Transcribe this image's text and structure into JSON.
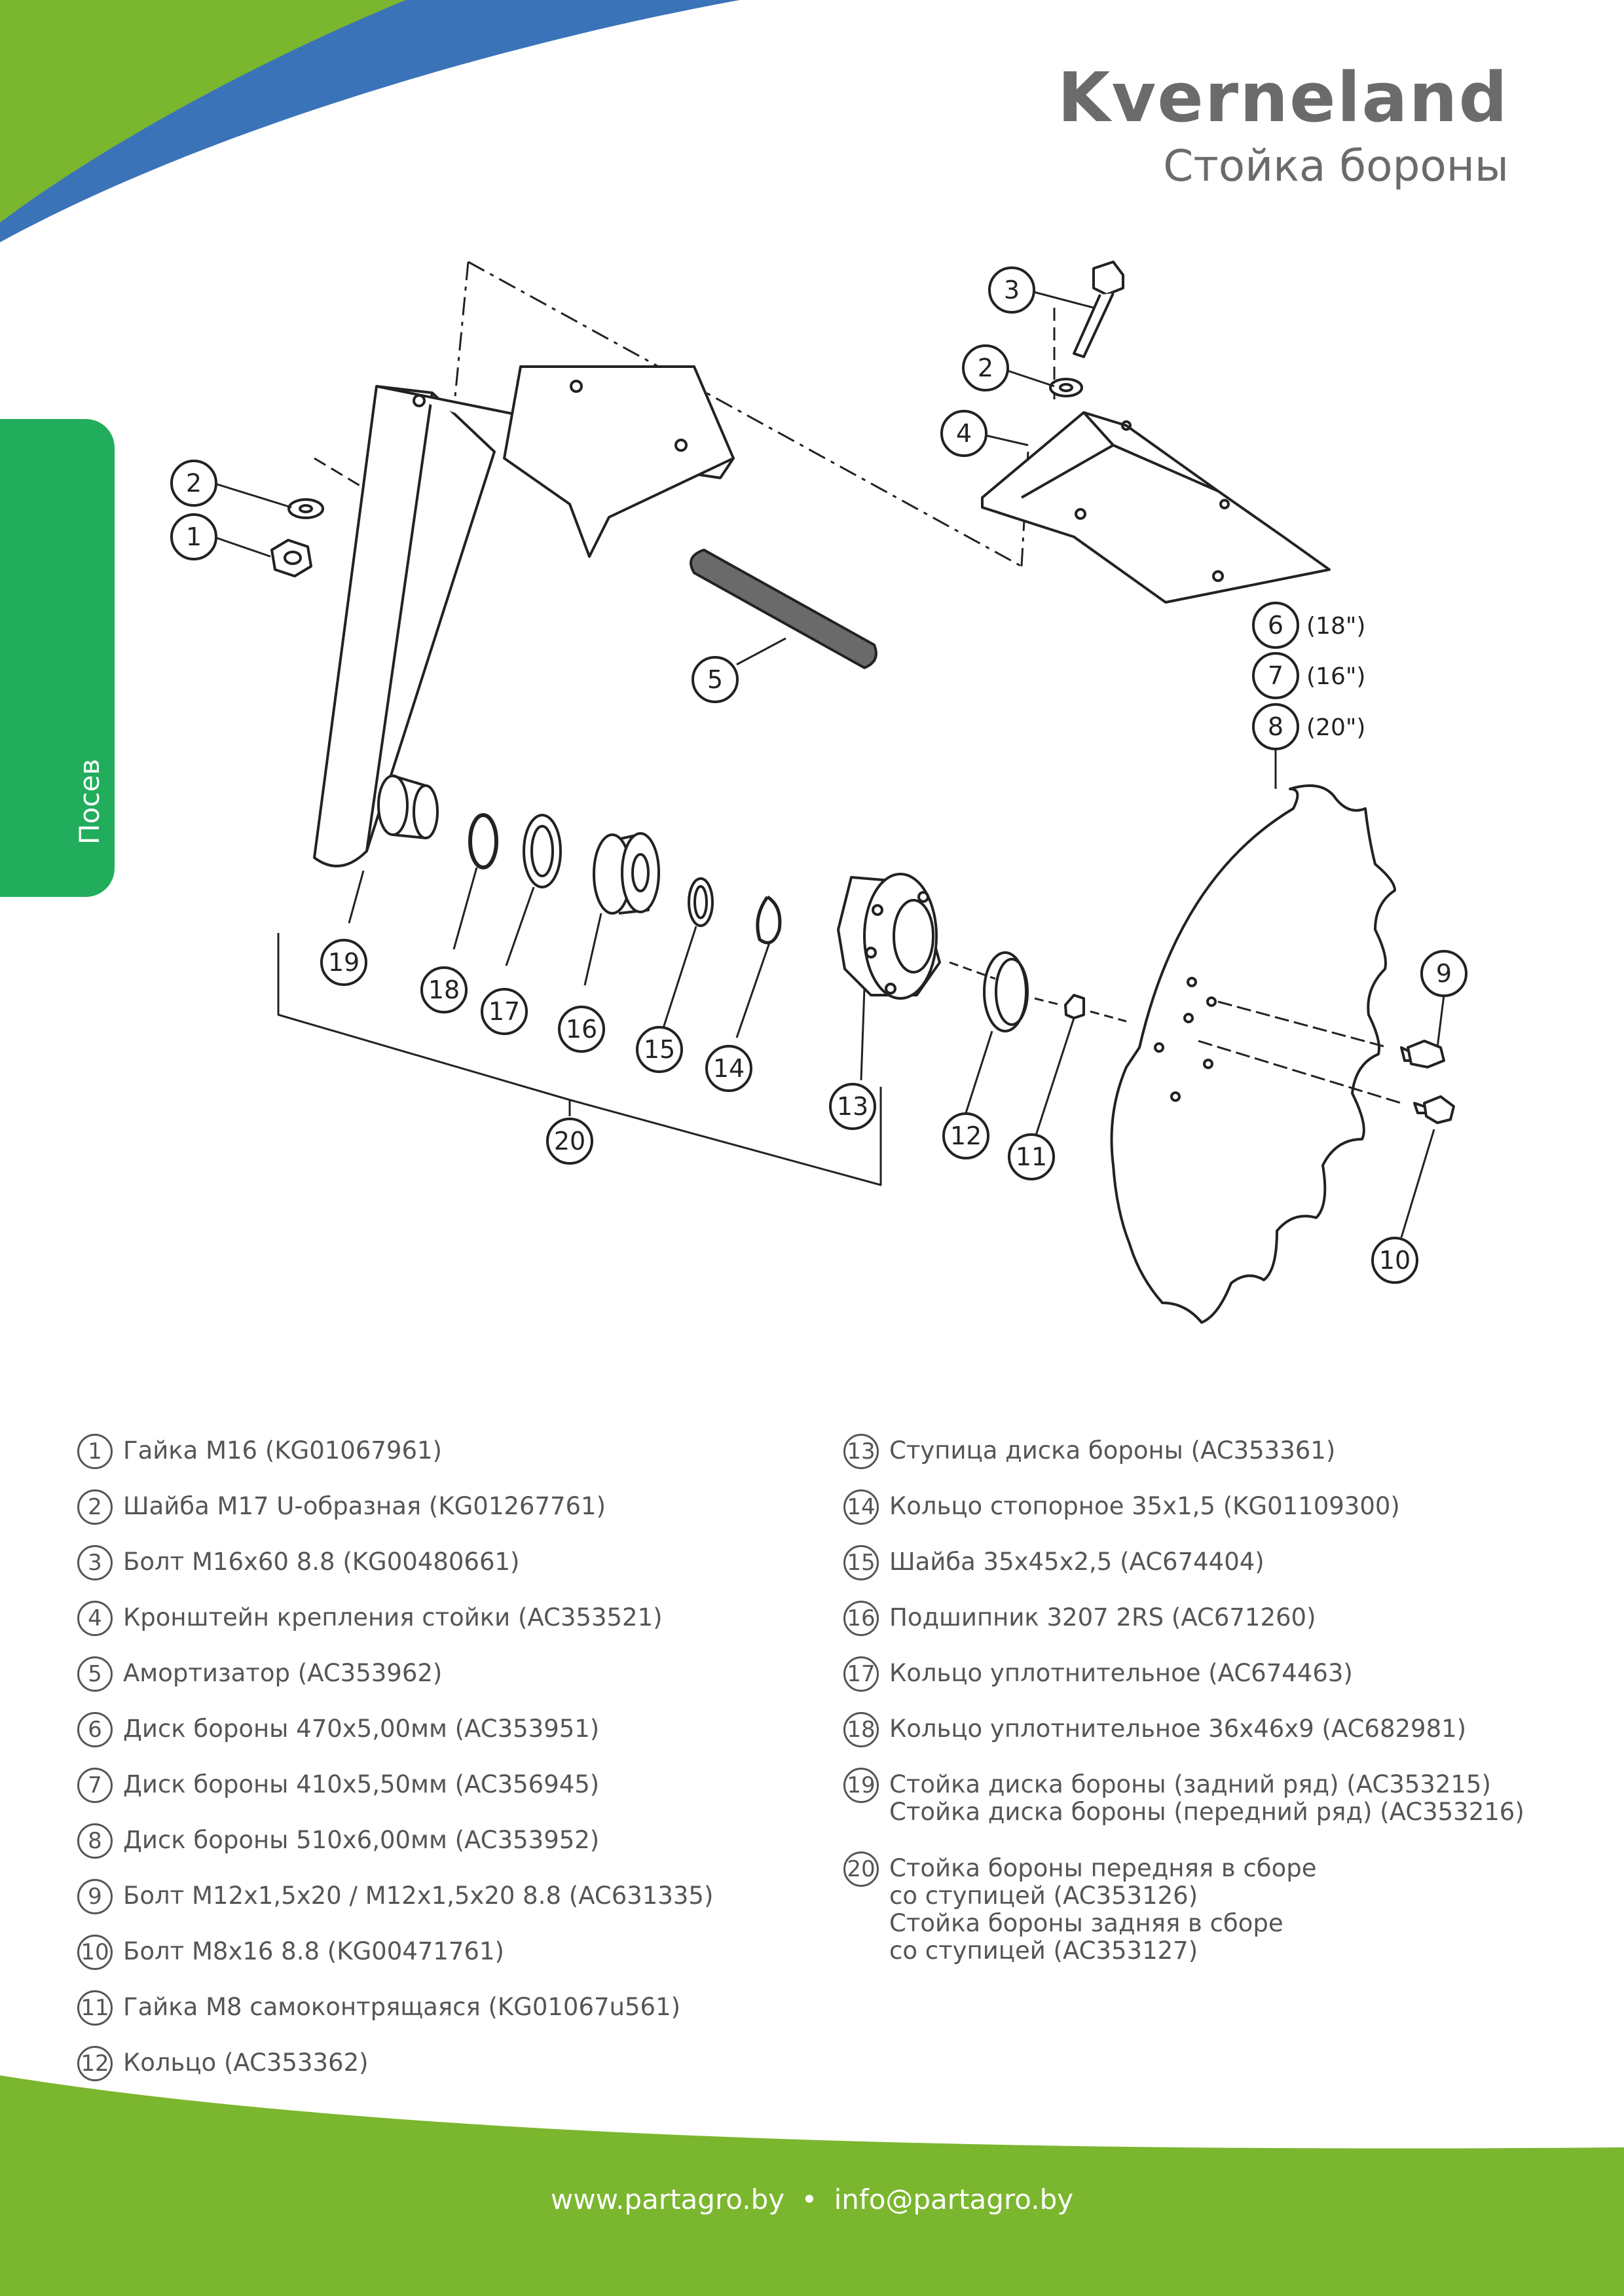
{
  "header": {
    "brand": "Kverneland",
    "subtitle": "Стойка бороны"
  },
  "side_tab": {
    "label": "Посев"
  },
  "diagram": {
    "callouts": [
      "1",
      "2",
      "3",
      "2",
      "4",
      "5",
      "6",
      "7",
      "8",
      "9",
      "10",
      "11",
      "12",
      "13",
      "14",
      "15",
      "16",
      "17",
      "18",
      "19",
      "20"
    ],
    "disc_sizes": [
      {
        "num": "6",
        "size": "(18\")"
      },
      {
        "num": "7",
        "size": "(16\")"
      },
      {
        "num": "8",
        "size": "(20\")"
      }
    ]
  },
  "legend": {
    "left": [
      {
        "num": "1",
        "text": "Гайка М16 (KG01067961)"
      },
      {
        "num": "2",
        "text": "Шайба М17 U-образная (KG01267761)"
      },
      {
        "num": "3",
        "text": "Болт М16х60 8.8 (KG00480661)"
      },
      {
        "num": "4",
        "text": "Кронштейн крепления стойки (AC353521)"
      },
      {
        "num": "5",
        "text": "Амортизатор (AC353962)"
      },
      {
        "num": "6",
        "text": "Диск бороны 470х5,00мм (AC353951)"
      },
      {
        "num": "7",
        "text": "Диск бороны 410х5,50мм (AC356945)"
      },
      {
        "num": "8",
        "text": "Диск бороны 510х6,00мм (AC353952)"
      },
      {
        "num": "9",
        "text": "Болт М12х1,5х20 / М12х1,5х20 8.8 (AC631335)"
      },
      {
        "num": "10",
        "text": "Болт М8х16 8.8 (KG00471761)"
      },
      {
        "num": "11",
        "text": "Гайка М8 самоконтрящаяся (KG01067u561)"
      },
      {
        "num": "12",
        "text": "Кольцо (AC353362)"
      }
    ],
    "right": [
      {
        "num": "13",
        "text": "Ступица диска бороны (AC353361)"
      },
      {
        "num": "14",
        "text": "Кольцо стопорное 35х1,5 (KG01109300)"
      },
      {
        "num": "15",
        "text": "Шайба 35х45х2,5 (AC674404)"
      },
      {
        "num": "16",
        "text": "Подшипник 3207 2RS (AC671260)"
      },
      {
        "num": "17",
        "text": "Кольцо уплотнительное (AC674463)"
      },
      {
        "num": "18",
        "text": "Кольцо уплотнительное 36х46х9 (AC682981)"
      },
      {
        "num": "19",
        "text": "Стойка диска бороны (задний ряд) (AC353215)\nСтойка диска бороны (передний ряд) (AC353216)"
      },
      {
        "num": "20",
        "text": "Стойка бороны передняя в сборе\nсо ступицей (AC353126)\nСтойка бороны задняя в сборе\nсо ступицей (AC353127)"
      }
    ]
  },
  "footer": {
    "website": "www.partagro.by",
    "separator": "•",
    "email": "info@partagro.by"
  },
  "colors": {
    "green": "#7bb62f",
    "blue": "#3a73b8",
    "tab_green": "#22ad5c",
    "text_gray": "#555555"
  }
}
